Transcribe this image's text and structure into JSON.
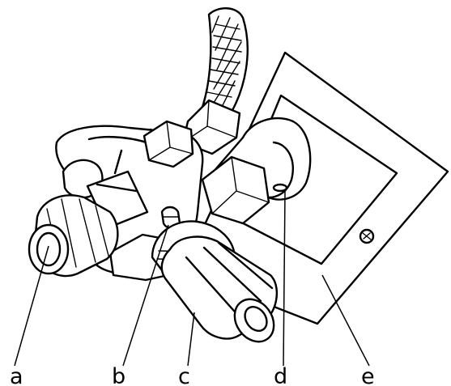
{
  "callouts": {
    "a": "a",
    "b": "b",
    "c": "c",
    "d": "d",
    "e": "e"
  },
  "colors": {
    "ink": "#000000",
    "paper": "#ffffff"
  }
}
